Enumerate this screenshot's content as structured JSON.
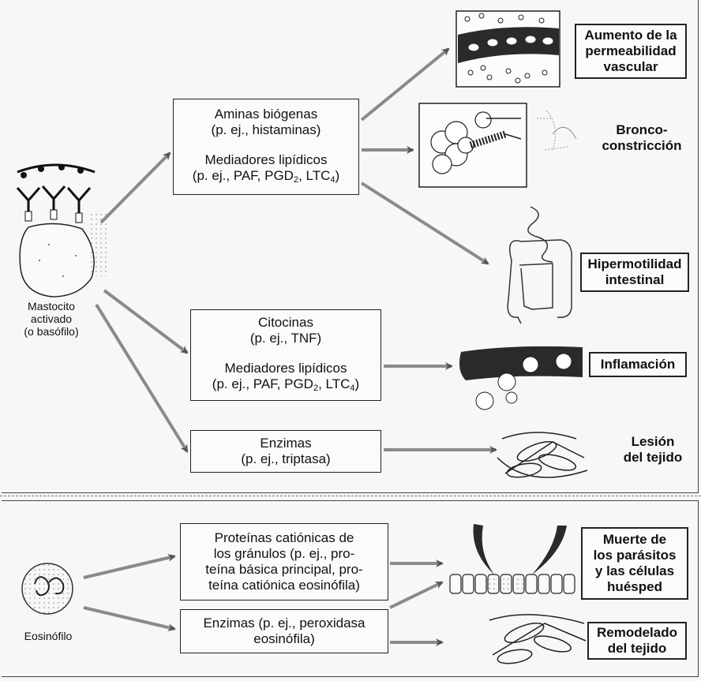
{
  "mast_cell": {
    "label_lines": [
      "Mastocito",
      "activado",
      "(o basófilo)"
    ]
  },
  "eosinophil": {
    "label": "Eosinófilo"
  },
  "mediator_boxes": {
    "amines": {
      "title": "Aminas biógenas",
      "example": "(p. ej., histaminas)",
      "lipid_title": "Mediadores lipídicos",
      "lipid_example": "(p. ej., PAF, PGD2, LTC4)"
    },
    "cytokines": {
      "title": "Citocinas",
      "example": "(p. ej., TNF)",
      "lipid_title": "Mediadores lipídicos",
      "lipid_example": "(p. ej., PAF, PGD2, LTC4)"
    },
    "enzymes": {
      "title": "Enzimas",
      "example": "(p. ej., triptasa)"
    },
    "cationic": {
      "lines": [
        "Proteínas catiónicas de",
        "los gránulos (p. ej., pro-",
        "teína básica principal, pro-",
        "teína catiónica eosinófila)"
      ]
    },
    "eos_enzymes": {
      "lines": [
        "Enzimas (p. ej., peroxidasa",
        "eosinófila)"
      ]
    }
  },
  "outcomes": {
    "permeability": [
      "Aumento de la",
      "permeabilidad",
      "vascular"
    ],
    "bronco": [
      "Bronco-",
      "constricción"
    ],
    "hypermotility": [
      "Hipermotilidad",
      "intestinal"
    ],
    "inflammation": [
      "Inflamación"
    ],
    "tissue_injury": [
      "Lesión",
      "del tejido"
    ],
    "parasite_death": [
      "Muerte de",
      "los parásitos",
      "y las células",
      "huésped"
    ],
    "remodeling": [
      "Remodelado",
      "del tejido"
    ]
  },
  "colors": {
    "arrow": "#8a8a8a",
    "ink": "#111111",
    "vessel": "#2a2a2a"
  }
}
